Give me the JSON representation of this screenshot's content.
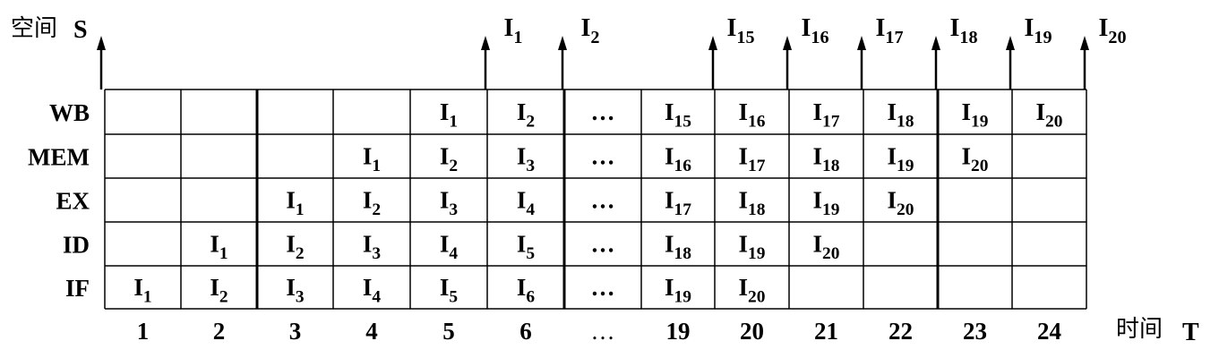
{
  "axes": {
    "space_label_cn": "空间",
    "space_symbol": "S",
    "time_label_cn": "时间",
    "time_symbol": "T"
  },
  "stages": [
    "WB",
    "MEM",
    "EX",
    "ID",
    "IF"
  ],
  "columns": [
    "1",
    "2",
    "3",
    "4",
    "5",
    "6",
    "…",
    "19",
    "20",
    "21",
    "22",
    "23",
    "24"
  ],
  "grid": [
    [
      [],
      [],
      [],
      [],
      [
        "I",
        1
      ],
      [
        "I",
        2
      ],
      "…",
      [
        "I",
        15
      ],
      [
        "I",
        16
      ],
      [
        "I",
        17
      ],
      [
        "I",
        18
      ],
      [
        "I",
        19
      ],
      [
        "I",
        20
      ]
    ],
    [
      [],
      [],
      [],
      [
        "I",
        1
      ],
      [
        "I",
        2
      ],
      [
        "I",
        3
      ],
      "…",
      [
        "I",
        16
      ],
      [
        "I",
        17
      ],
      [
        "I",
        18
      ],
      [
        "I",
        19
      ],
      [
        "I",
        20
      ],
      []
    ],
    [
      [],
      [],
      [
        "I",
        1
      ],
      [
        "I",
        2
      ],
      [
        "I",
        3
      ],
      [
        "I",
        4
      ],
      "…",
      [
        "I",
        17
      ],
      [
        "I",
        18
      ],
      [
        "I",
        19
      ],
      [
        "I",
        20
      ],
      [],
      []
    ],
    [
      [],
      [
        "I",
        1
      ],
      [
        "I",
        2
      ],
      [
        "I",
        3
      ],
      [
        "I",
        4
      ],
      [
        "I",
        5
      ],
      "…",
      [
        "I",
        18
      ],
      [
        "I",
        19
      ],
      [
        "I",
        20
      ],
      [],
      [],
      []
    ],
    [
      [
        "I",
        1
      ],
      [
        "I",
        2
      ],
      [
        "I",
        3
      ],
      [
        "I",
        4
      ],
      [
        "I",
        5
      ],
      [
        "I",
        6
      ],
      "…",
      [
        "I",
        19
      ],
      [
        "I",
        20
      ],
      [],
      [],
      [],
      []
    ]
  ],
  "completions": [
    {
      "after_col": 5,
      "label": [
        "I",
        1
      ]
    },
    {
      "after_col": 6,
      "label": [
        "I",
        2
      ]
    },
    {
      "after_col": 8,
      "label": [
        "I",
        15
      ]
    },
    {
      "after_col": 9,
      "label": [
        "I",
        16
      ]
    },
    {
      "after_col": 10,
      "label": [
        "I",
        17
      ]
    },
    {
      "after_col": 11,
      "label": [
        "I",
        18
      ]
    },
    {
      "after_col": 12,
      "label": [
        "I",
        19
      ]
    },
    {
      "after_col": 13,
      "label": [
        "I",
        20
      ]
    }
  ],
  "colors": {
    "line": "#000000",
    "text": "#000000",
    "background": "#ffffff"
  }
}
